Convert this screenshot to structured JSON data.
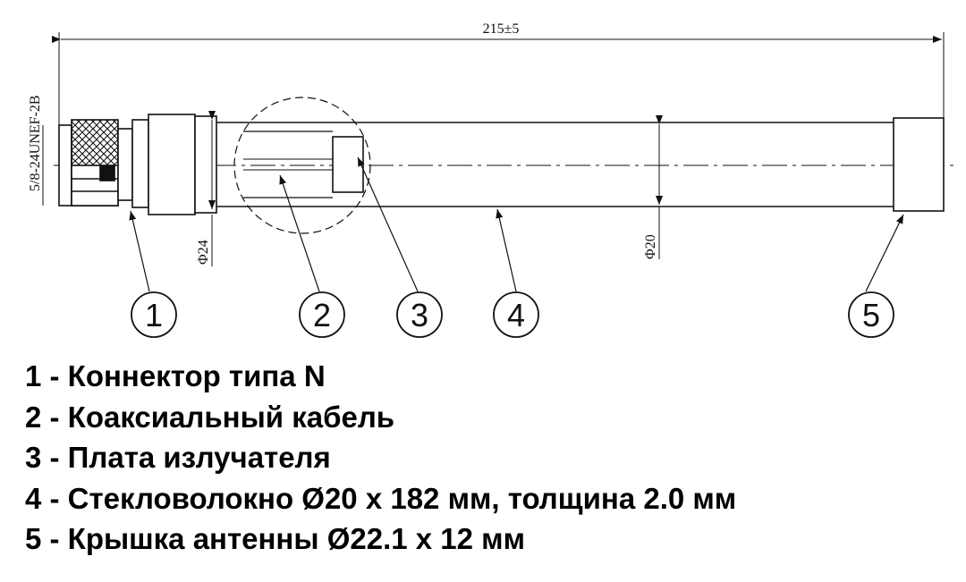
{
  "dimensions": {
    "overall_length": "215±5",
    "thread": "5/8-24UNEF-2B",
    "connector_diameter": "Φ24",
    "tube_diameter": "Φ20"
  },
  "callouts": [
    "1",
    "2",
    "3",
    "4",
    "5"
  ],
  "legend": [
    "1 - Коннектор типа N",
    "2 - Коаксиальный кабель",
    "3 - Плата излучателя",
    "4 - Стекловолокно Ø20 x 182 мм, толщина 2.0 мм",
    "5 - Крышка антенны Ø22.1 x 12 мм"
  ]
}
